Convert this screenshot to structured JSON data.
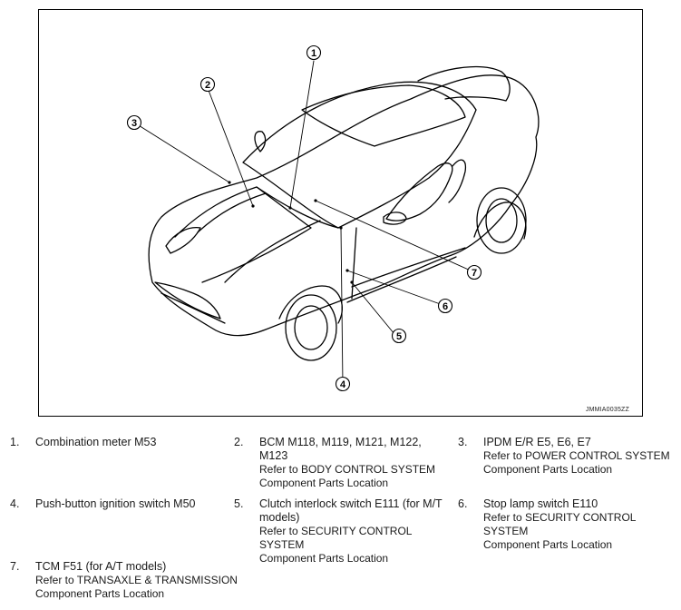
{
  "figure": {
    "code": "JMMIA0035ZZ",
    "callouts": [
      "1",
      "2",
      "3",
      "4",
      "5",
      "6",
      "7"
    ]
  },
  "legend": [
    {
      "num": "1.",
      "title": "Combination meter M53",
      "refer": "",
      "sub": ""
    },
    {
      "num": "2.",
      "title": "BCM M118, M119, M121, M122, M123",
      "refer": "Refer to BODY CONTROL SYSTEM",
      "sub": "Component Parts Location"
    },
    {
      "num": "3.",
      "title": "IPDM E/R E5, E6, E7",
      "refer": "Refer to POWER CONTROL SYSTEM",
      "sub": "Component Parts Location"
    },
    {
      "num": "4.",
      "title": "Push-button ignition switch M50",
      "refer": "",
      "sub": ""
    },
    {
      "num": "5.",
      "title": "Clutch interlock switch E111 (for M/T models)",
      "refer": "Refer to SECURITY CONTROL SYSTEM",
      "sub": "Component Parts Location"
    },
    {
      "num": "6.",
      "title": "Stop lamp switch E110",
      "refer": "Refer to SECURITY CONTROL SYSTEM",
      "sub": "Component Parts Location"
    },
    {
      "num": "7.",
      "title": "TCM F51 (for A/T models)",
      "refer": "Refer to TRANSAXLE & TRANSMISSION",
      "sub": "Component Parts Location"
    }
  ]
}
